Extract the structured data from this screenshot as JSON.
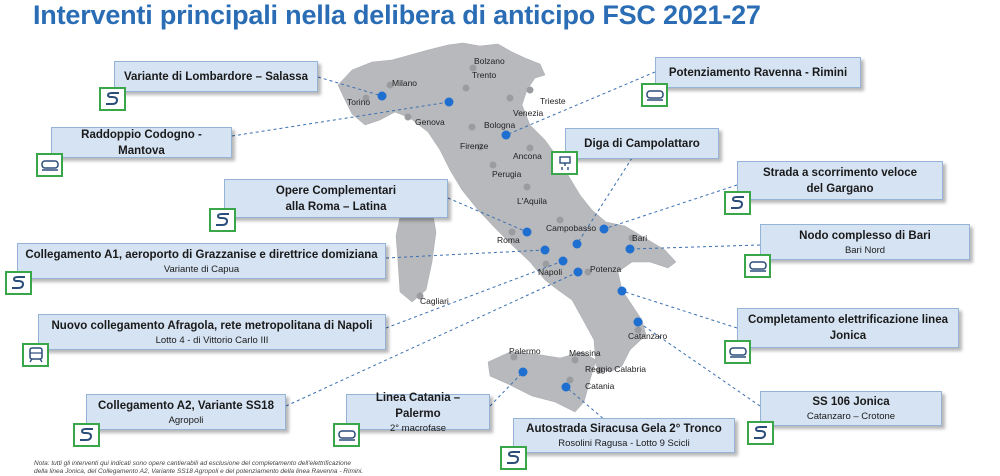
{
  "title": "Interventi principali nella delibera di anticipo FSC 2021-27",
  "note": "Nota: tutti gli interventi qui indicati sono opere cantierabili ad esclusione del completamento dell'elettrificazione della linea Jonica, del Collegamento A2, Variante SS18 Agropoli e del potenziamento della linea Ravenna - Rimini.",
  "cities": {
    "bolzano": "Bolzano",
    "trento": "Trento",
    "milano": "Milano",
    "torino": "Torino",
    "venezia": "Venezia",
    "trieste": "Trieste",
    "genova": "Genova",
    "bologna": "Bologna",
    "firenze": "Firenze",
    "ancona": "Ancona",
    "perugia": "Perugia",
    "laquila": "L'Aquila",
    "roma": "Roma",
    "campobasso": "Campobasso",
    "bari": "Bari",
    "napoli": "Napoli",
    "potenza": "Potenza",
    "cagliari": "Cagliari",
    "catanzaro": "Catanzaro",
    "palermo": "Palermo",
    "messina": "Messina",
    "reggio": "Reggio Calabria",
    "catania": "Catania"
  },
  "projects": {
    "lombardore": {
      "title": "Variante di Lombardore – Salassa",
      "icon": "road-icon"
    },
    "codogno": {
      "title": "Raddoppio Codogno - Mantova",
      "icon": "train-icon"
    },
    "roma_latina": {
      "title": "Opere Complementari\nalla Roma – Latina",
      "icon": "road-icon"
    },
    "a1": {
      "title": "Collegamento A1, aeroporto di Grazzanise e direttrice domiziana",
      "sub": "Variante di Capua",
      "icon": "road-icon"
    },
    "afragola": {
      "title": "Nuovo collegamento Afragola, rete metropolitana di Napoli",
      "sub": "Lotto 4 - di Vittorio Carlo III",
      "icon": "metro-icon"
    },
    "a2": {
      "title": "Collegamento A2, Variante SS18",
      "sub": "Agropoli",
      "icon": "road-icon"
    },
    "catania_palermo": {
      "title": "Linea Catania – Palermo",
      "sub": "2° macrofase",
      "icon": "train-icon"
    },
    "siracusa": {
      "title": "Autostrada Siracusa Gela 2° Tronco",
      "sub": "Rosolini Ragusa - Lotto 9 Scicli",
      "icon": "road-icon"
    },
    "ravenna": {
      "title": "Potenziamento Ravenna - Rimini",
      "icon": "train-icon"
    },
    "campolattaro": {
      "title": "Diga di Campolattaro",
      "icon": "dam-icon"
    },
    "gargano": {
      "title": "Strada a scorrimento veloce\ndel Gargano",
      "icon": "road-icon"
    },
    "bari": {
      "title": "Nodo complesso di Bari",
      "sub": "Bari Nord",
      "icon": "train-icon"
    },
    "jonica": {
      "title": "Completamento elettrificazione linea\nJonica",
      "icon": "train-icon"
    },
    "ss106": {
      "title": "SS 106 Jonica",
      "sub": "Catanzaro – Crotone",
      "icon": "road-icon"
    }
  },
  "colors": {
    "title": "#2a6db5",
    "card": "#d6e3f3",
    "icon_border": "#3aa64a",
    "marker": "#1f6fd1",
    "map": "#b7b9bc"
  }
}
